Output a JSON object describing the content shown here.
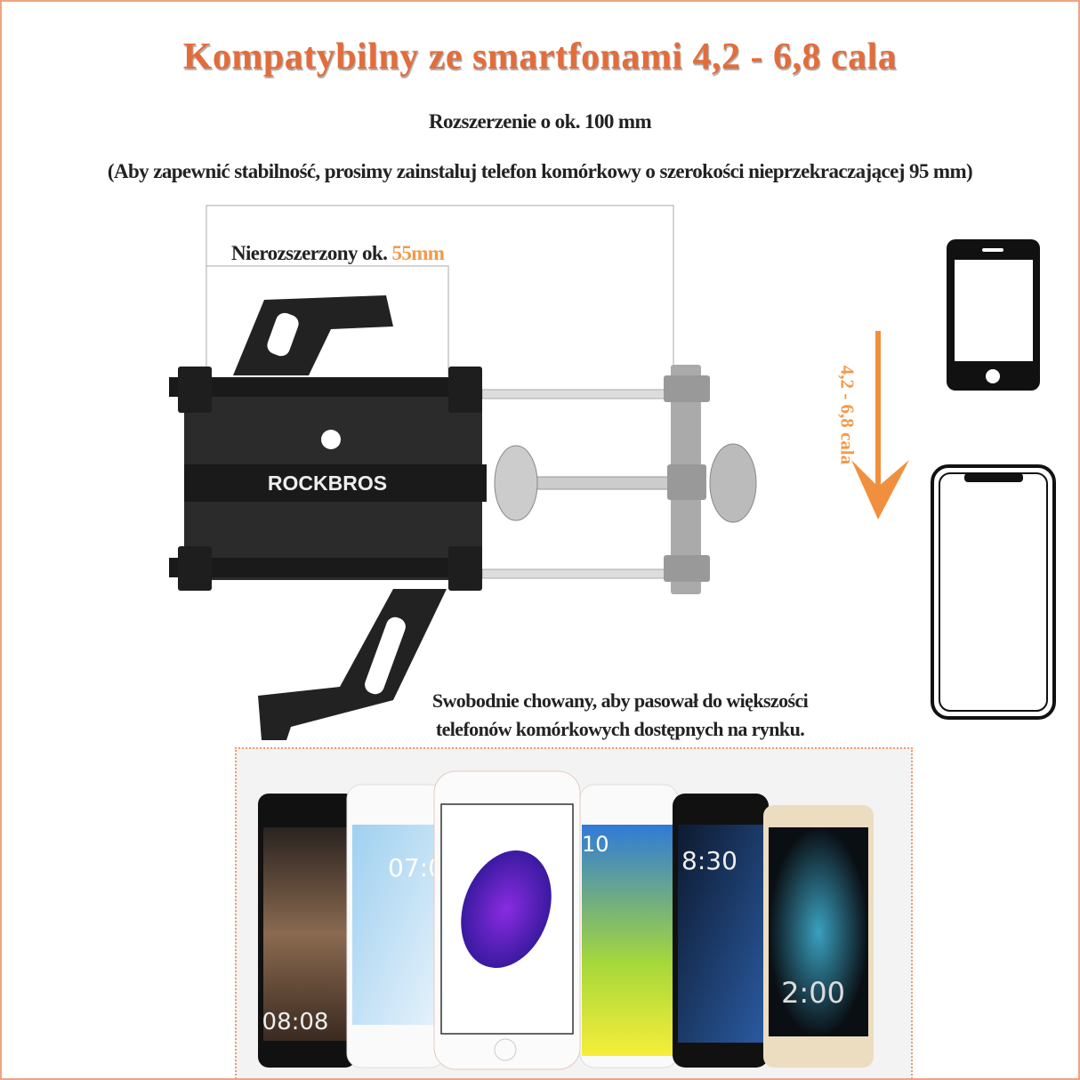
{
  "title": "Kompatybilny ze smartfonami 4,2 - 6,8 cala",
  "extension": "Rozszerzenie o ok. 100 mm",
  "stability_note": "(Aby zapewnić stabilność, prosimy zainstaluj telefon komórkowy o szerokości nieprzekraczającej 95 mm)",
  "unextended": {
    "label": "Nierozszerzony ok.",
    "value": "55mm"
  },
  "brand": "ROCKBROS",
  "size_range": "4,2 - 6,8 cala",
  "free_text": [
    "Swobodnie chowany, aby pasował do większości",
    "telefonów komórkowych dostępnych na rynku."
  ],
  "phone_screens": [
    "08:08",
    "07:0",
    "",
    "10",
    "8:30",
    "2:00"
  ],
  "colors": {
    "accent": "#e26d3b",
    "highlight": "#f39a4a",
    "border": "#f0a383"
  }
}
